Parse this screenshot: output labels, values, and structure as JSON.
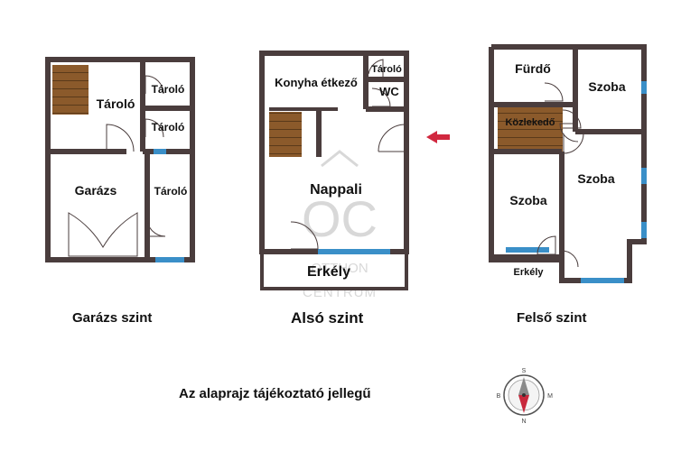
{
  "colors": {
    "wall": "#4a3d3d",
    "stair": "#8b5a2b",
    "stair_line": "#5a3a1a",
    "window": "#3a8fc8",
    "arrow": "#d1283f",
    "watermark": "#b9b9b9"
  },
  "floors": {
    "garage": {
      "caption": "Garázs szint",
      "rooms": {
        "storage_main": "Tároló",
        "storage_1": "Tároló",
        "storage_2": "Tároló",
        "storage_3": "Tároló",
        "garage": "Garázs"
      }
    },
    "lower": {
      "caption": "Alsó szint",
      "rooms": {
        "kitchen": "Konyha étkező",
        "storage": "Tároló",
        "wc": "WC",
        "living": "Nappali",
        "balcony": "Erkély"
      }
    },
    "upper": {
      "caption": "Felső szint",
      "rooms": {
        "bathroom": "Fürdő",
        "room_1": "Szoba",
        "hallway": "Közlekedő",
        "room_2": "Szoba",
        "room_3": "Szoba",
        "balcony": "Erkély"
      }
    }
  },
  "watermark": {
    "logo": "OC",
    "line1": "OTTHON",
    "line2": "CENTRUM"
  },
  "compass": {
    "north": "S",
    "south": "N",
    "east": "M",
    "west": "B"
  },
  "disclaimer": "Az alaprajz tájékoztató jellegű"
}
